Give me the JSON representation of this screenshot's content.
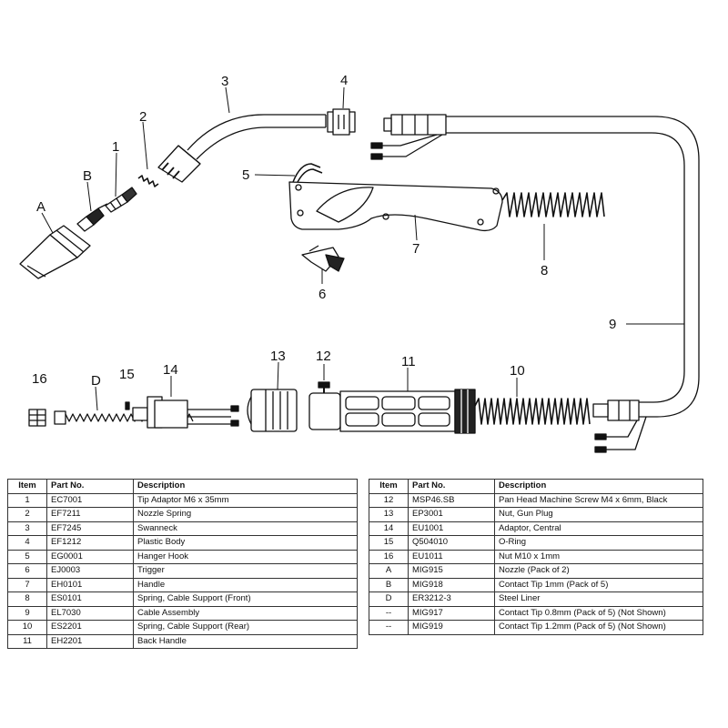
{
  "callouts": {
    "A": "A",
    "B": "B",
    "c1": "1",
    "c2": "2",
    "c3": "3",
    "c4": "4",
    "c5": "5",
    "c6": "6",
    "c7": "7",
    "c8": "8",
    "c9": "9",
    "c10": "10",
    "c11": "11",
    "c12": "12",
    "c13": "13",
    "c14": "14",
    "c15": "15",
    "c16": "16",
    "D": "D"
  },
  "table": {
    "headers": {
      "item": "Item",
      "part": "Part No.",
      "desc": "Description"
    },
    "left": [
      {
        "item": "1",
        "part": "EC7001",
        "desc": "Tip Adaptor M6 x 35mm"
      },
      {
        "item": "2",
        "part": "EF7211",
        "desc": "Nozzle Spring"
      },
      {
        "item": "3",
        "part": "EF7245",
        "desc": "Swanneck"
      },
      {
        "item": "4",
        "part": "EF1212",
        "desc": "Plastic Body"
      },
      {
        "item": "5",
        "part": "EG0001",
        "desc": "Hanger Hook"
      },
      {
        "item": "6",
        "part": "EJ0003",
        "desc": "Trigger"
      },
      {
        "item": "7",
        "part": "EH0101",
        "desc": "Handle"
      },
      {
        "item": "8",
        "part": "ES0101",
        "desc": "Spring, Cable Support (Front)"
      },
      {
        "item": "9",
        "part": "EL7030",
        "desc": "Cable Assembly"
      },
      {
        "item": "10",
        "part": "ES2201",
        "desc": "Spring, Cable Support (Rear)"
      },
      {
        "item": "11",
        "part": "EH2201",
        "desc": "Back Handle"
      }
    ],
    "right": [
      {
        "item": "12",
        "part": "MSP46.SB",
        "desc": "Pan Head Machine Screw M4 x 6mm, Black"
      },
      {
        "item": "13",
        "part": "EP3001",
        "desc": "Nut, Gun Plug"
      },
      {
        "item": "14",
        "part": "EU1001",
        "desc": "Adaptor, Central"
      },
      {
        "item": "15",
        "part": "Q504010",
        "desc": "O-Ring"
      },
      {
        "item": "16",
        "part": "EU1011",
        "desc": "Nut M10 x 1mm"
      },
      {
        "item": "A",
        "part": "MIG915",
        "desc": "Nozzle (Pack of 2)"
      },
      {
        "item": "B",
        "part": "MIG918",
        "desc": "Contact Tip 1mm (Pack of 5)"
      },
      {
        "item": "D",
        "part": "ER3212-3",
        "desc": "Steel Liner"
      },
      {
        "item": "--",
        "part": "MIG917",
        "desc": "Contact Tip 0.8mm (Pack of 5) (Not Shown)"
      },
      {
        "item": "--",
        "part": "MIG919",
        "desc": "Contact Tip 1.2mm (Pack of 5) (Not Shown)"
      }
    ]
  }
}
